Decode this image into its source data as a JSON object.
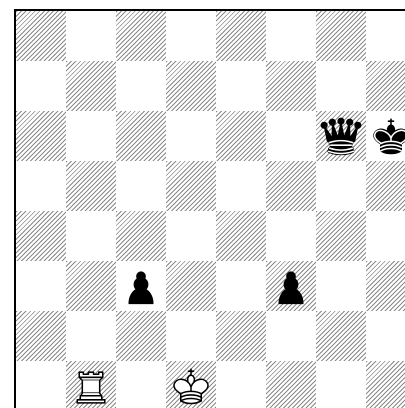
{
  "board": {
    "files": 8,
    "ranks": 8,
    "pieces": [
      {
        "square": "g6",
        "color": "black",
        "type": "queen",
        "icon": "black-queen-icon"
      },
      {
        "square": "h6",
        "color": "black",
        "type": "king",
        "icon": "black-king-icon"
      },
      {
        "square": "c3",
        "color": "black",
        "type": "pawn",
        "icon": "black-pawn-icon"
      },
      {
        "square": "f3",
        "color": "black",
        "type": "pawn",
        "icon": "black-pawn-icon"
      },
      {
        "square": "b1",
        "color": "white",
        "type": "rook",
        "icon": "white-rook-icon"
      },
      {
        "square": "d1",
        "color": "white",
        "type": "king",
        "icon": "white-king-icon"
      }
    ]
  },
  "colors": {
    "light_square": "#ffffff",
    "dark_square_hatch": "#8a8a8a",
    "border": "#000000"
  }
}
